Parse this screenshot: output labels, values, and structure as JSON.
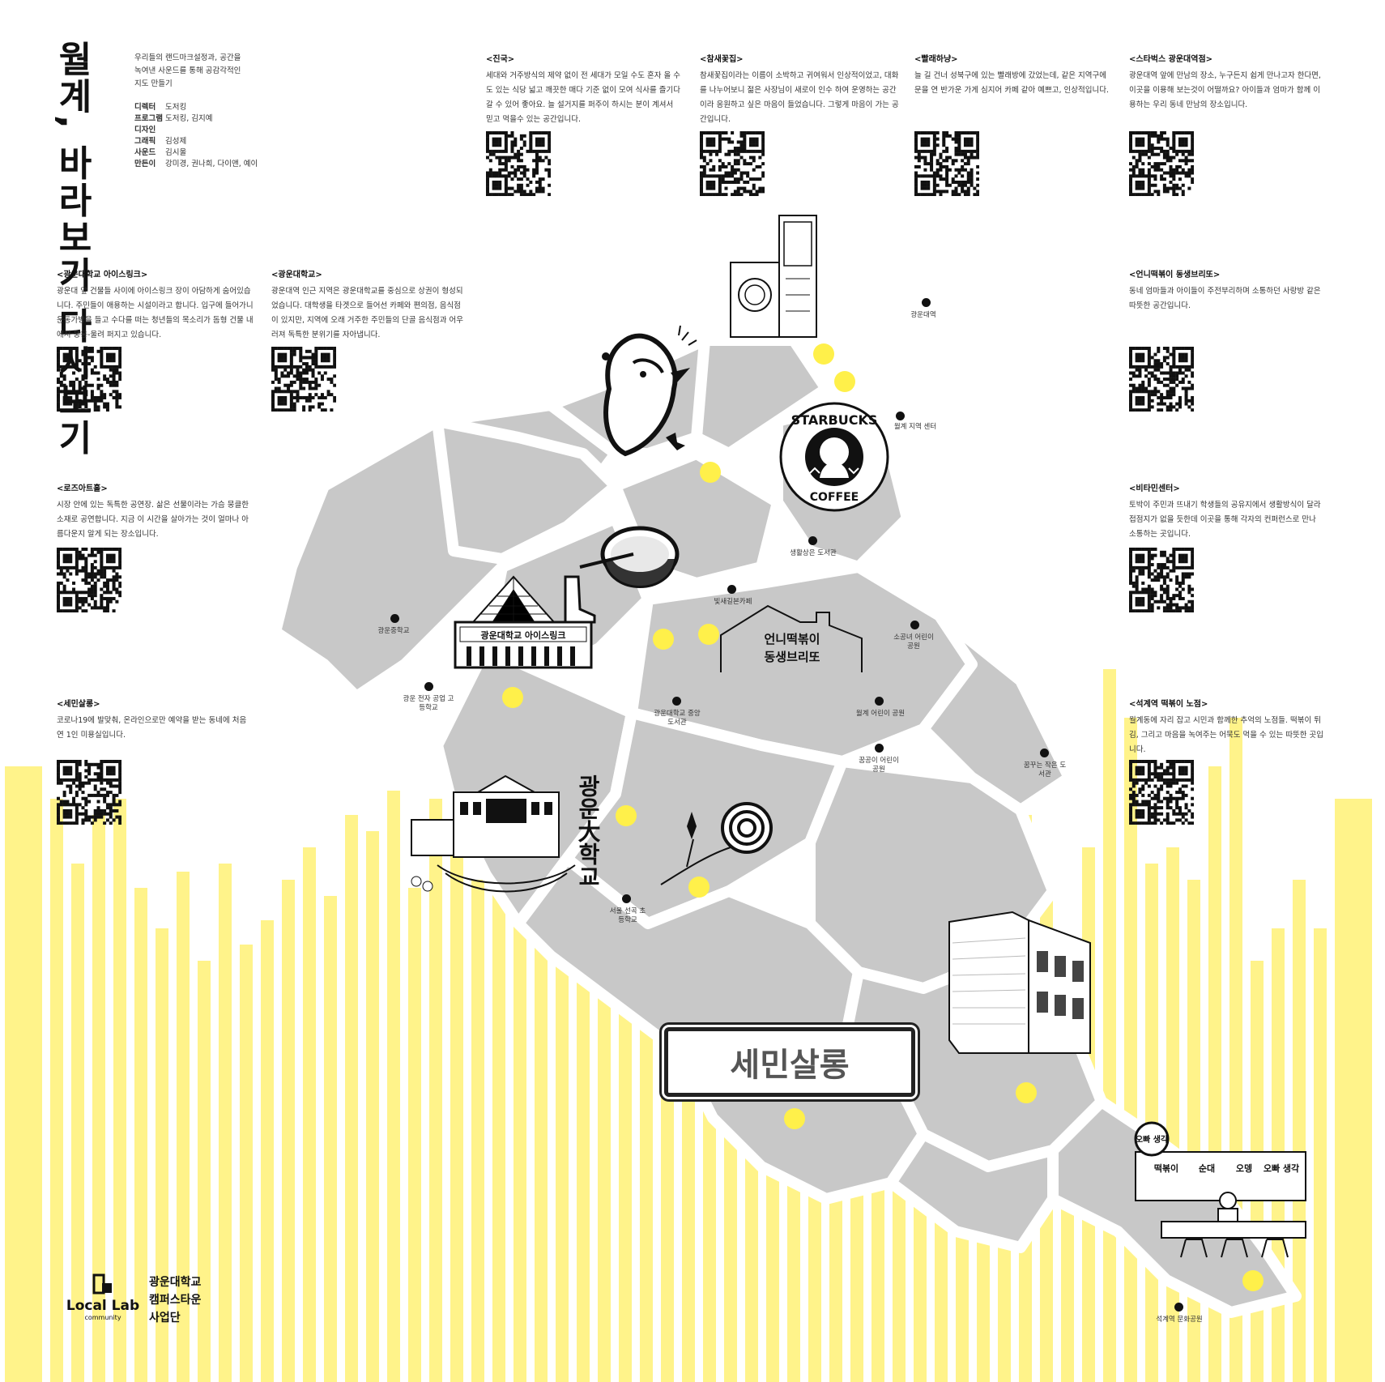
{
  "title": "월계, 바라보기 다시보기",
  "intro": "우리들의 랜드마크설정과, 공간을 녹여낸 사운드를 통해 공감각적인 지도 만들기",
  "credits": [
    {
      "role": "디렉터",
      "names": "도저킹"
    },
    {
      "role": "프로그램 디자인",
      "names": "도저킹, 김지예"
    },
    {
      "role": "그래픽",
      "names": "김성제"
    },
    {
      "role": "사운드",
      "names": "김시울"
    },
    {
      "role": "만든이",
      "names": "강미경, 권나희, 다이앤, 예이"
    }
  ],
  "entries": [
    {
      "title": "<진국>",
      "desc": "세대와 거주방식의 제약 없이 전 세대가 모일 수도 혼자 올 수도 있는 식당 넓고 깨끗한 매다 기준 없이 모여 식사를 즐기다 갈 수 있어 좋아요. 늘 설거지를 퍼주이 하시는 분이 계셔서 믿고 먹을수 있는 공간입니다."
    },
    {
      "title": "<참새꽃집>",
      "desc": "참새꽃집이라는 이름이 소박하고 귀여워서 인상적이었고, 대화를 나누어보니 젊은 사장님이 새로이 인수 하여 운영하는 공간이라 응원하고 싶은 마음이 들었습니다. 그렇게 마음이 가는 공간입니다."
    },
    {
      "title": "<빨래하냥>",
      "desc": "늘 길 건너 성북구에 있는 빨래방에 갔었는데, 같은 지역구에 문을 연 반가운 가게 심지어 카페 같아 예쁘고, 인상적입니다."
    },
    {
      "title": "<스타벅스 광운대역점>",
      "desc": "광운대역 앞에 만남의 장소, 누구든지 쉽게 만나고자 한다면, 이곳을 이용해 보는것이 어떨까요? 아이들과 엄마가 함께 이용하는 우리 동네 만남의 장소입니다."
    },
    {
      "title": "<광운대학교 아이스링크>",
      "desc": "광운대 앞 건물들 사이에 아이스링크 장이 아담하게 숨어있습니다. 주민들이 애용하는 시설이라고 합니다. 입구에 들어가니 운동가방을 들고 수다를 떠는 청년들의 목소리가 돔형 건물 내에서 웅웅-울려 퍼지고 있습니다."
    },
    {
      "title": "<광운대학교>",
      "desc": "광운대역 인근 지역은 광운대학교를 중심으로 상권이 형성되었습니다. 대학생을 타겟으로 들어선 카페와 편의점, 음식점이 있지만, 지역에 오래 거주한 주민들의 단골 음식점과 어우러져 독특한 분위기를 자아냅니다."
    },
    {
      "title": "<언니떡볶이 동생브리또>",
      "desc": "동네 엄마들과 아이들이 주전부리하며 소통하던 사랑방 같은 따뜻한 공간입니다."
    },
    {
      "title": "<로즈아트홀>",
      "desc": "시장 안에 있는 독특한 공연장. 삶은 선물이라는 가슴 뭉클한 소재로 공연합니다. 지금 이 시간을 살아가는 것이 얼마나 아름다운지 알게 되는 장소입니다."
    },
    {
      "title": "<비타민센터>",
      "desc": "토박이 주민과 뜨내기 학생들의 공유지에서 생활방식이 달라 접점지가 없을 듯한데 이곳을 통해 각자의 컨퍼런스로 만나 소통하는 곳입니다."
    },
    {
      "title": "<세민살롱>",
      "desc": "코로나19에 발맞춰, 온라인으로만 예약을 받는 동네에 처음 연 1인 미용실입니다."
    },
    {
      "title": "<석계역 떡볶이 노점>",
      "desc": "월계동에 자리 잡고 시민과 함께한 추억의 노점들. 떡볶이 튀김, 그리고 마음을 녹여주는 어묵도 먹을 수 있는 따뜻한 곳입니다."
    }
  ],
  "landmarks": [
    "광운대역",
    "월계 지역 센터",
    "생활상은 도서관",
    "빛새길본카페",
    "광운중학교",
    "소공녀 어린이 공원",
    "광운 전자 공업 고등학교",
    "광운대학교 중앙 도서관",
    "월계 어린이 공원",
    "꿈공이 어린이 공원",
    "꿈꾸는 작은 도서관",
    "서울 선곡 초등학교",
    "석계역 문화공원"
  ],
  "illustrations": {
    "starbucks_top": "STARBUCKS",
    "starbucks_bottom": "COFFEE",
    "icerink_sign": "광운대학교 아이스링크",
    "university_sign": "광운大학교",
    "tteokbokki_sign": "언니떡볶이 동생브리또",
    "salon_sign": "세민살롱",
    "stall_sign": "오빠 생각",
    "stall_menu": [
      "떡볶이",
      "순대",
      "오뎅",
      "오빠 생각"
    ]
  },
  "footer": {
    "logo_name": "Local Lab",
    "logo_sub": "community",
    "org_lines": [
      "광운대학교",
      "캠퍼스타운",
      "사업단"
    ]
  },
  "colors": {
    "accent_yellow": "#fff04a",
    "bar_yellow": "#fff38a",
    "map_gray": "#c8c8c8"
  }
}
